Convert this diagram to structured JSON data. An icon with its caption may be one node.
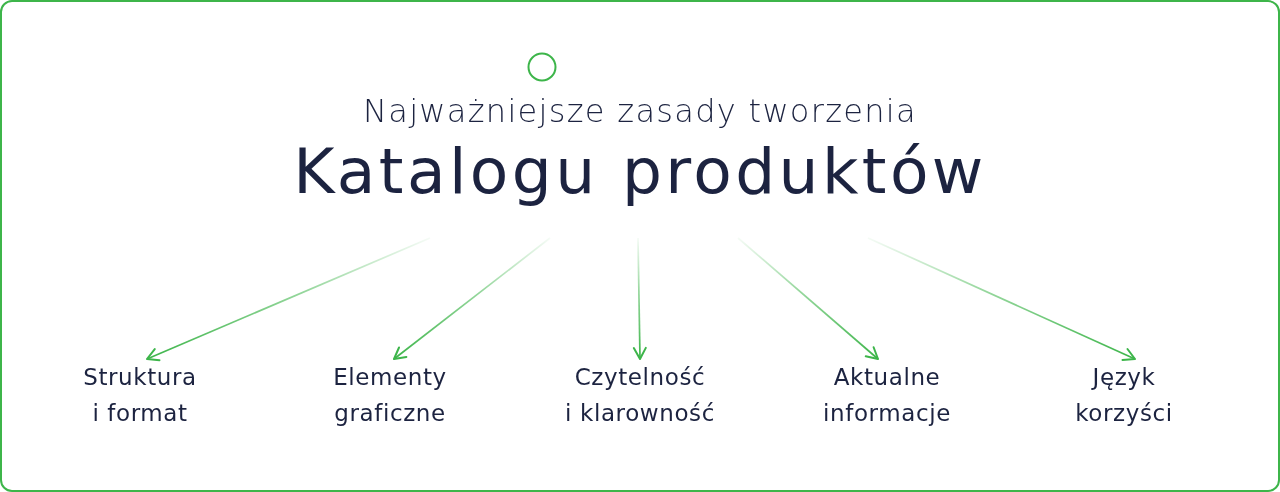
{
  "diagram": {
    "nodes": [
      {
        "text": [
          "Najważniejsze zasady tworzenia",
          "Katalogu produktów"
        ]
      },
      {
        "text": [
          "Struktura i format"
        ]
      },
      {
        "text": [
          "Elementy graficzne"
        ]
      },
      {
        "text": [
          "Czytelność i klarowność"
        ]
      },
      {
        "text": [
          "Aktualne informacje"
        ]
      },
      {
        "text": [
          "Język korzyści"
        ]
      }
    ],
    "edges": [
      {
        "from": 0,
        "to": 1,
        "arrow": "to"
      },
      {
        "from": 0,
        "to": 2,
        "arrow": "to"
      },
      {
        "from": 0,
        "to": 3,
        "arrow": "to"
      },
      {
        "from": 0,
        "to": 4,
        "arrow": "to"
      },
      {
        "from": 0,
        "to": 5,
        "arrow": "to"
      }
    ]
  }
}
